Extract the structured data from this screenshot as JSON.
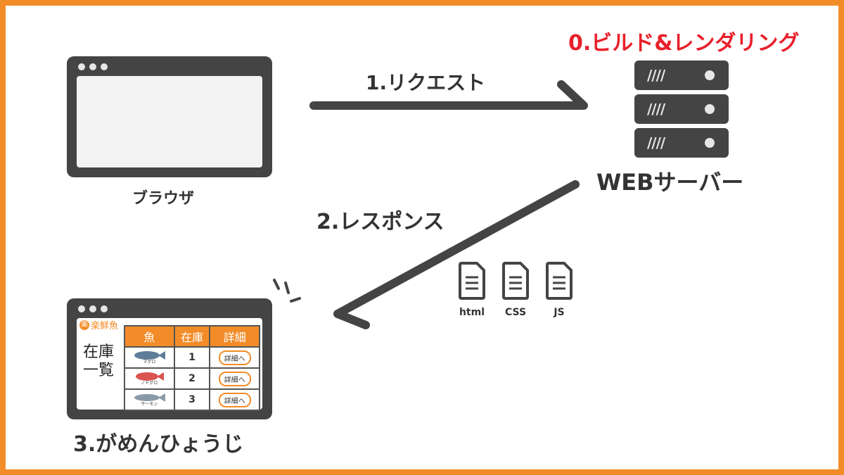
{
  "step0_label": "0.ビルド&レンダリング",
  "request_label": "1.リクエスト",
  "browser_label": "ブラウザ",
  "server_label": "WEBサーバー",
  "response_label": "2.レスポンス",
  "display_label": "3.がめんひょうじ",
  "files": [
    {
      "name": "html"
    },
    {
      "name": "CSS"
    },
    {
      "name": "JS"
    }
  ],
  "site": {
    "logo_char": "楽",
    "logo_text": "楽鮮魚",
    "page_title_line1": "在庫",
    "page_title_line2": "一覧"
  },
  "table": {
    "headers": [
      "魚",
      "在庫",
      "詳細"
    ],
    "rows": [
      {
        "fish": "マグロ",
        "stock": "1",
        "button": "詳細へ",
        "color": "#5f7d99"
      },
      {
        "fish": "ノドグロ",
        "stock": "2",
        "button": "詳細へ",
        "color": "#d9534f"
      },
      {
        "fish": "サーモン",
        "stock": "3",
        "button": "詳細へ",
        "color": "#8a9aa8"
      }
    ]
  },
  "colors": {
    "frame": "#f28c28",
    "accent_red": "#e8202a",
    "dark": "#444444",
    "table_header": "#f28c28"
  }
}
